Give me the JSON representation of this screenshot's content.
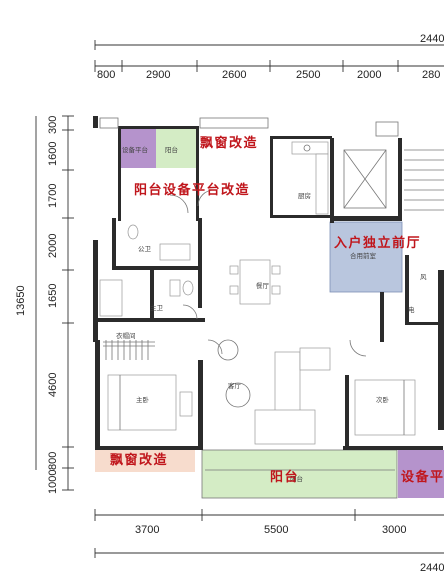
{
  "dimensions": {
    "top_total": "2440",
    "bottom_total": "2440",
    "top": [
      "800",
      "2900",
      "2600",
      "2500",
      "2000",
      "280"
    ],
    "bottom": [
      "3700",
      "5500",
      "3000"
    ],
    "left_total": "13650",
    "left": [
      "300",
      "1600",
      "1700",
      "2000",
      "1650",
      "4600",
      "800",
      "1000"
    ]
  },
  "rooms": {
    "equipment_platform": "设备平台",
    "balcony_small": "阳台",
    "kitchen": "厨房",
    "bathroom_public": "公卫",
    "bathroom_master": "主卫",
    "cloakroom": "衣帽间",
    "master_bedroom": "主卧",
    "dining_room": "餐厅",
    "living_room": "客厅",
    "secondary_bedroom": "次卧",
    "shared_lobby": "合用前室",
    "wind": "风",
    "electric": "电",
    "balcony_big": "阳台",
    "balcony_big_small": "阳台"
  },
  "annotations": {
    "bay_window_top": "飘窗改造",
    "balcony_equipment": "阳台设备平台改造",
    "entrance_hall": "入户独立前厅",
    "bay_window_bottom": "飘窗改造",
    "balcony_bottom": "阳台",
    "equipment_bottom": "设备平"
  },
  "colors": {
    "equipment_fill": "#b593cc",
    "balcony_fill": "#d4ecc5",
    "entrance_fill": "#b9c6de",
    "bay_fill": "#f7dccd",
    "annotation_red": "#c0161c"
  }
}
